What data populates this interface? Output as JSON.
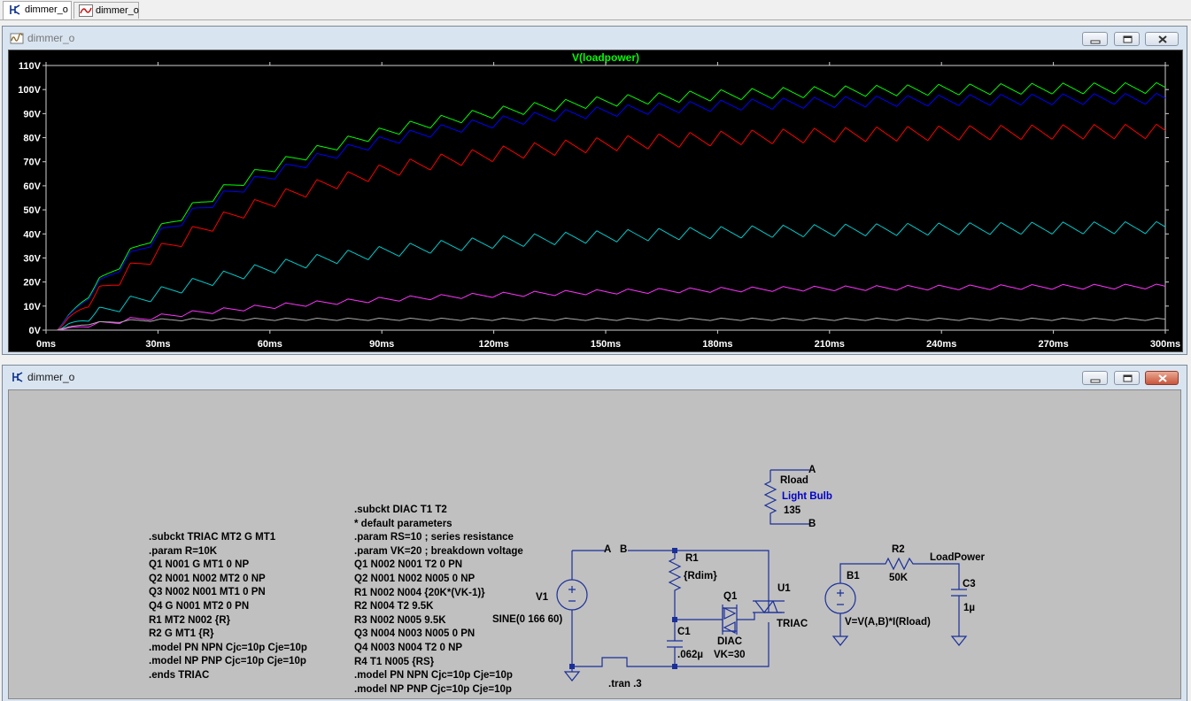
{
  "tabs": [
    {
      "label": "dimmer_o",
      "icon": "schematic-icon",
      "active": true
    },
    {
      "label": "dimmer_o",
      "icon": "waveform-icon",
      "active": false
    }
  ],
  "plot_window": {
    "title": "dimmer_o"
  },
  "schematic_window": {
    "title": "dimmer_o"
  },
  "chart_data": {
    "type": "line",
    "title": "V(loadpower)",
    "title_color": "#00ff00",
    "x_ticks": [
      "0ms",
      "30ms",
      "60ms",
      "90ms",
      "120ms",
      "150ms",
      "180ms",
      "210ms",
      "240ms",
      "270ms",
      "300ms"
    ],
    "y_ticks": [
      "0V",
      "10V",
      "20V",
      "30V",
      "40V",
      "50V",
      "60V",
      "70V",
      "80V",
      "90V",
      "100V",
      "110V"
    ],
    "xlim": [
      0,
      300
    ],
    "ylim": [
      0,
      110
    ],
    "x_unit": "ms",
    "y_unit": "V",
    "grid": false,
    "series": [
      {
        "color": "#00ff00",
        "final": 101,
        "tau": 52,
        "ripple": 4.5
      },
      {
        "color": "#0000ff",
        "final": 96.5,
        "tau": 52,
        "ripple": 4.5
      },
      {
        "color": "#ff0000",
        "final": 83,
        "tau": 55,
        "ripple": 6
      },
      {
        "color": "#00cccc",
        "final": 43,
        "tau": 62,
        "ripple": 5
      },
      {
        "color": "#ff33ff",
        "final": 18.5,
        "tau": 75,
        "ripple": 2
      },
      {
        "color": "#aaaaaa",
        "final": 4.5,
        "tau": 10,
        "ripple": 1
      }
    ]
  },
  "schematic": {
    "triac_netlist": [
      ".subckt TRIAC MT2 G MT1",
      ".param R=10K",
      "Q1 N001 G MT1 0 NP",
      "Q2 N001 N002 MT2 0 NP",
      "Q3 N002 N001 MT1 0 PN",
      "Q4 G N001 MT2 0 PN",
      "R1 MT2 N002 {R}",
      "R2 G MT1 {R}",
      ".model PN NPN Cjc=10p Cje=10p",
      ".model NP PNP Cjc=10p Cje=10p",
      ".ends TRIAC"
    ],
    "diac_netlist": [
      ".subckt DIAC T1 T2",
      "* default parameters",
      ".param RS=10 ; series resistance",
      ".param VK=20 ; breakdown voltage",
      "Q1 N002 N001 T2 0 PN",
      "Q2 N001 N002 N005 0 NP",
      "R1 N002 N004 {20K*(VK-1)}",
      "R2 N004 T2 9.5K",
      "R3 N002 N005 9.5K",
      "Q3 N004 N003 N005 0 PN",
      "Q4 N003 N004 T2 0 NP",
      "R4 T1 N005 {RS}",
      ".model PN NPN Cjc=10p Cje=10p",
      ".model NP PNP Cjc=10p Cje=10p"
    ],
    "labels": {
      "v1_name": "V1",
      "v1_value": "SINE(0 166 60)",
      "net_a": "A",
      "net_b": "B",
      "r1_name": "R1",
      "r1_value": "{Rdim}",
      "c1_name": "C1",
      "c1_value": ".062µ",
      "q1_name": "Q1",
      "q1_model": "DIAC",
      "q1_param": "VK=30",
      "u1_name": "U1",
      "u1_model": "TRIAC",
      "tran": ".tran .3",
      "rload_name": "Rload",
      "rload_desc": "Light Bulb",
      "rload_value": "135",
      "rload_a": "A",
      "rload_b": "B",
      "b1_name": "B1",
      "b1_value": "V=V(A,B)*I(Rload)",
      "r2_name": "R2",
      "r2_value": "50K",
      "net_loadpower": "LoadPower",
      "c3_name": "C3",
      "c3_value": "1µ"
    }
  }
}
